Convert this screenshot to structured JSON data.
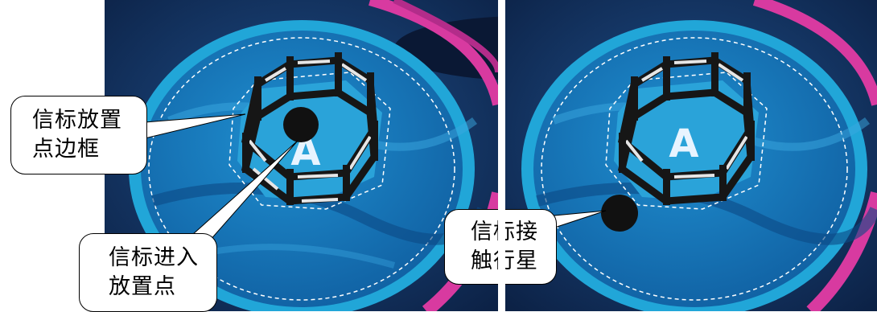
{
  "left_panel": {
    "label_frame": "信标放置\n点边框",
    "label_enter": "信标进入\n放置点",
    "zone_letter": "A"
  },
  "right_panel": {
    "label_touch": "信标接\n触行星",
    "zone_letter": "A"
  }
}
